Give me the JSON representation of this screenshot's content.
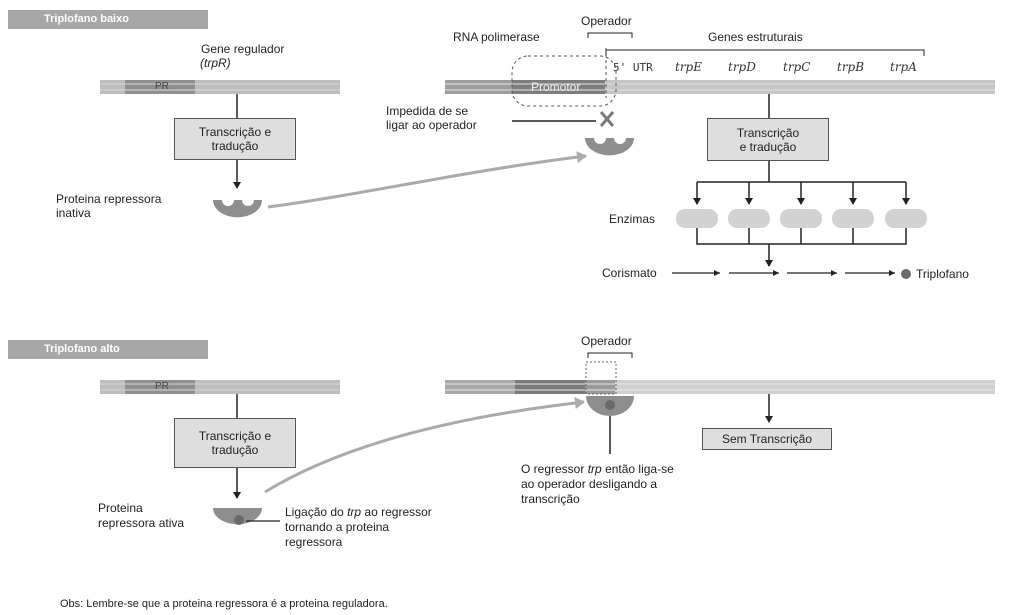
{
  "colors": {
    "banner": "#a7a7a7",
    "dna": "#b5b5b5",
    "dna_dark": "#7a7a7a",
    "box": "#dedede",
    "enzyme": "#d2d2d2",
    "repressor": "#8e8e8e",
    "trp_dot": "#6a6a6a"
  },
  "low": {
    "banner": "Triplofano baixo",
    "gene_regulador": "Gene regulador",
    "gene_regulador_sym": "(trpR)",
    "promoter_label": "PR",
    "transcricao_1": "Transcrição e",
    "transcricao_2": "tradução",
    "proteina_1": "Proteina repressora",
    "proteina_2": "inativa",
    "operador": "Operador",
    "rna_polimerase": "RNA polimerase",
    "promotor": "Promotor",
    "genes_estruturais": "Genes estruturais",
    "utr": "5' UTR",
    "genes": [
      "trpE",
      "trpD",
      "trpC",
      "trpB",
      "trpA"
    ],
    "impedida_1": "Impedida de se",
    "impedida_2": "ligar ao operador",
    "transcricao_r1": "Transcrição",
    "transcricao_r2": "e tradução",
    "enzimas": "Enzimas",
    "corismato": "Corismato",
    "triplofano": "Triplofano"
  },
  "high": {
    "banner": "Triplofano alto",
    "promoter_label": "PR",
    "transcricao_1": "Transcrição e",
    "transcricao_2": "tradução",
    "proteina_1": "Proteina",
    "proteina_2": "repressora ativa",
    "ligacao_1": "Ligação do",
    "ligacao_trp": "trp",
    "ligacao_2": "ao regressor",
    "ligacao_3": "tornando a proteina",
    "ligacao_4": "regressora",
    "operador": "Operador",
    "sem_transcricao": "Sem Transcrição",
    "regressor_1": "O regressor",
    "regressor_trp": "trp",
    "regressor_2": "então liga-se",
    "regressor_3": "ao operador desligando a",
    "regressor_4": "transcrição"
  },
  "note": "Obs: Lembre-se que a proteina regressora é a proteina reguladora."
}
